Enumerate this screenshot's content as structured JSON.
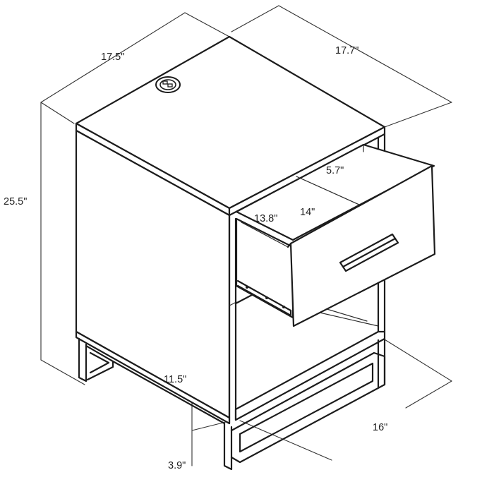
{
  "dimensions": {
    "width": "17.5\"",
    "depth": "17.7\"",
    "height": "25.5\"",
    "drawer_height": "5.7\"",
    "drawer_depth": "13.8\"",
    "drawer_width": "14\"",
    "shelf_height": "11.5\"",
    "leg_clearance": "3.9\"",
    "shelf_depth": "16\""
  },
  "icons": {
    "usb_port": "usb-charging-port-icon"
  },
  "colors": {
    "line": "#1c1c1c",
    "background": "#ffffff"
  }
}
